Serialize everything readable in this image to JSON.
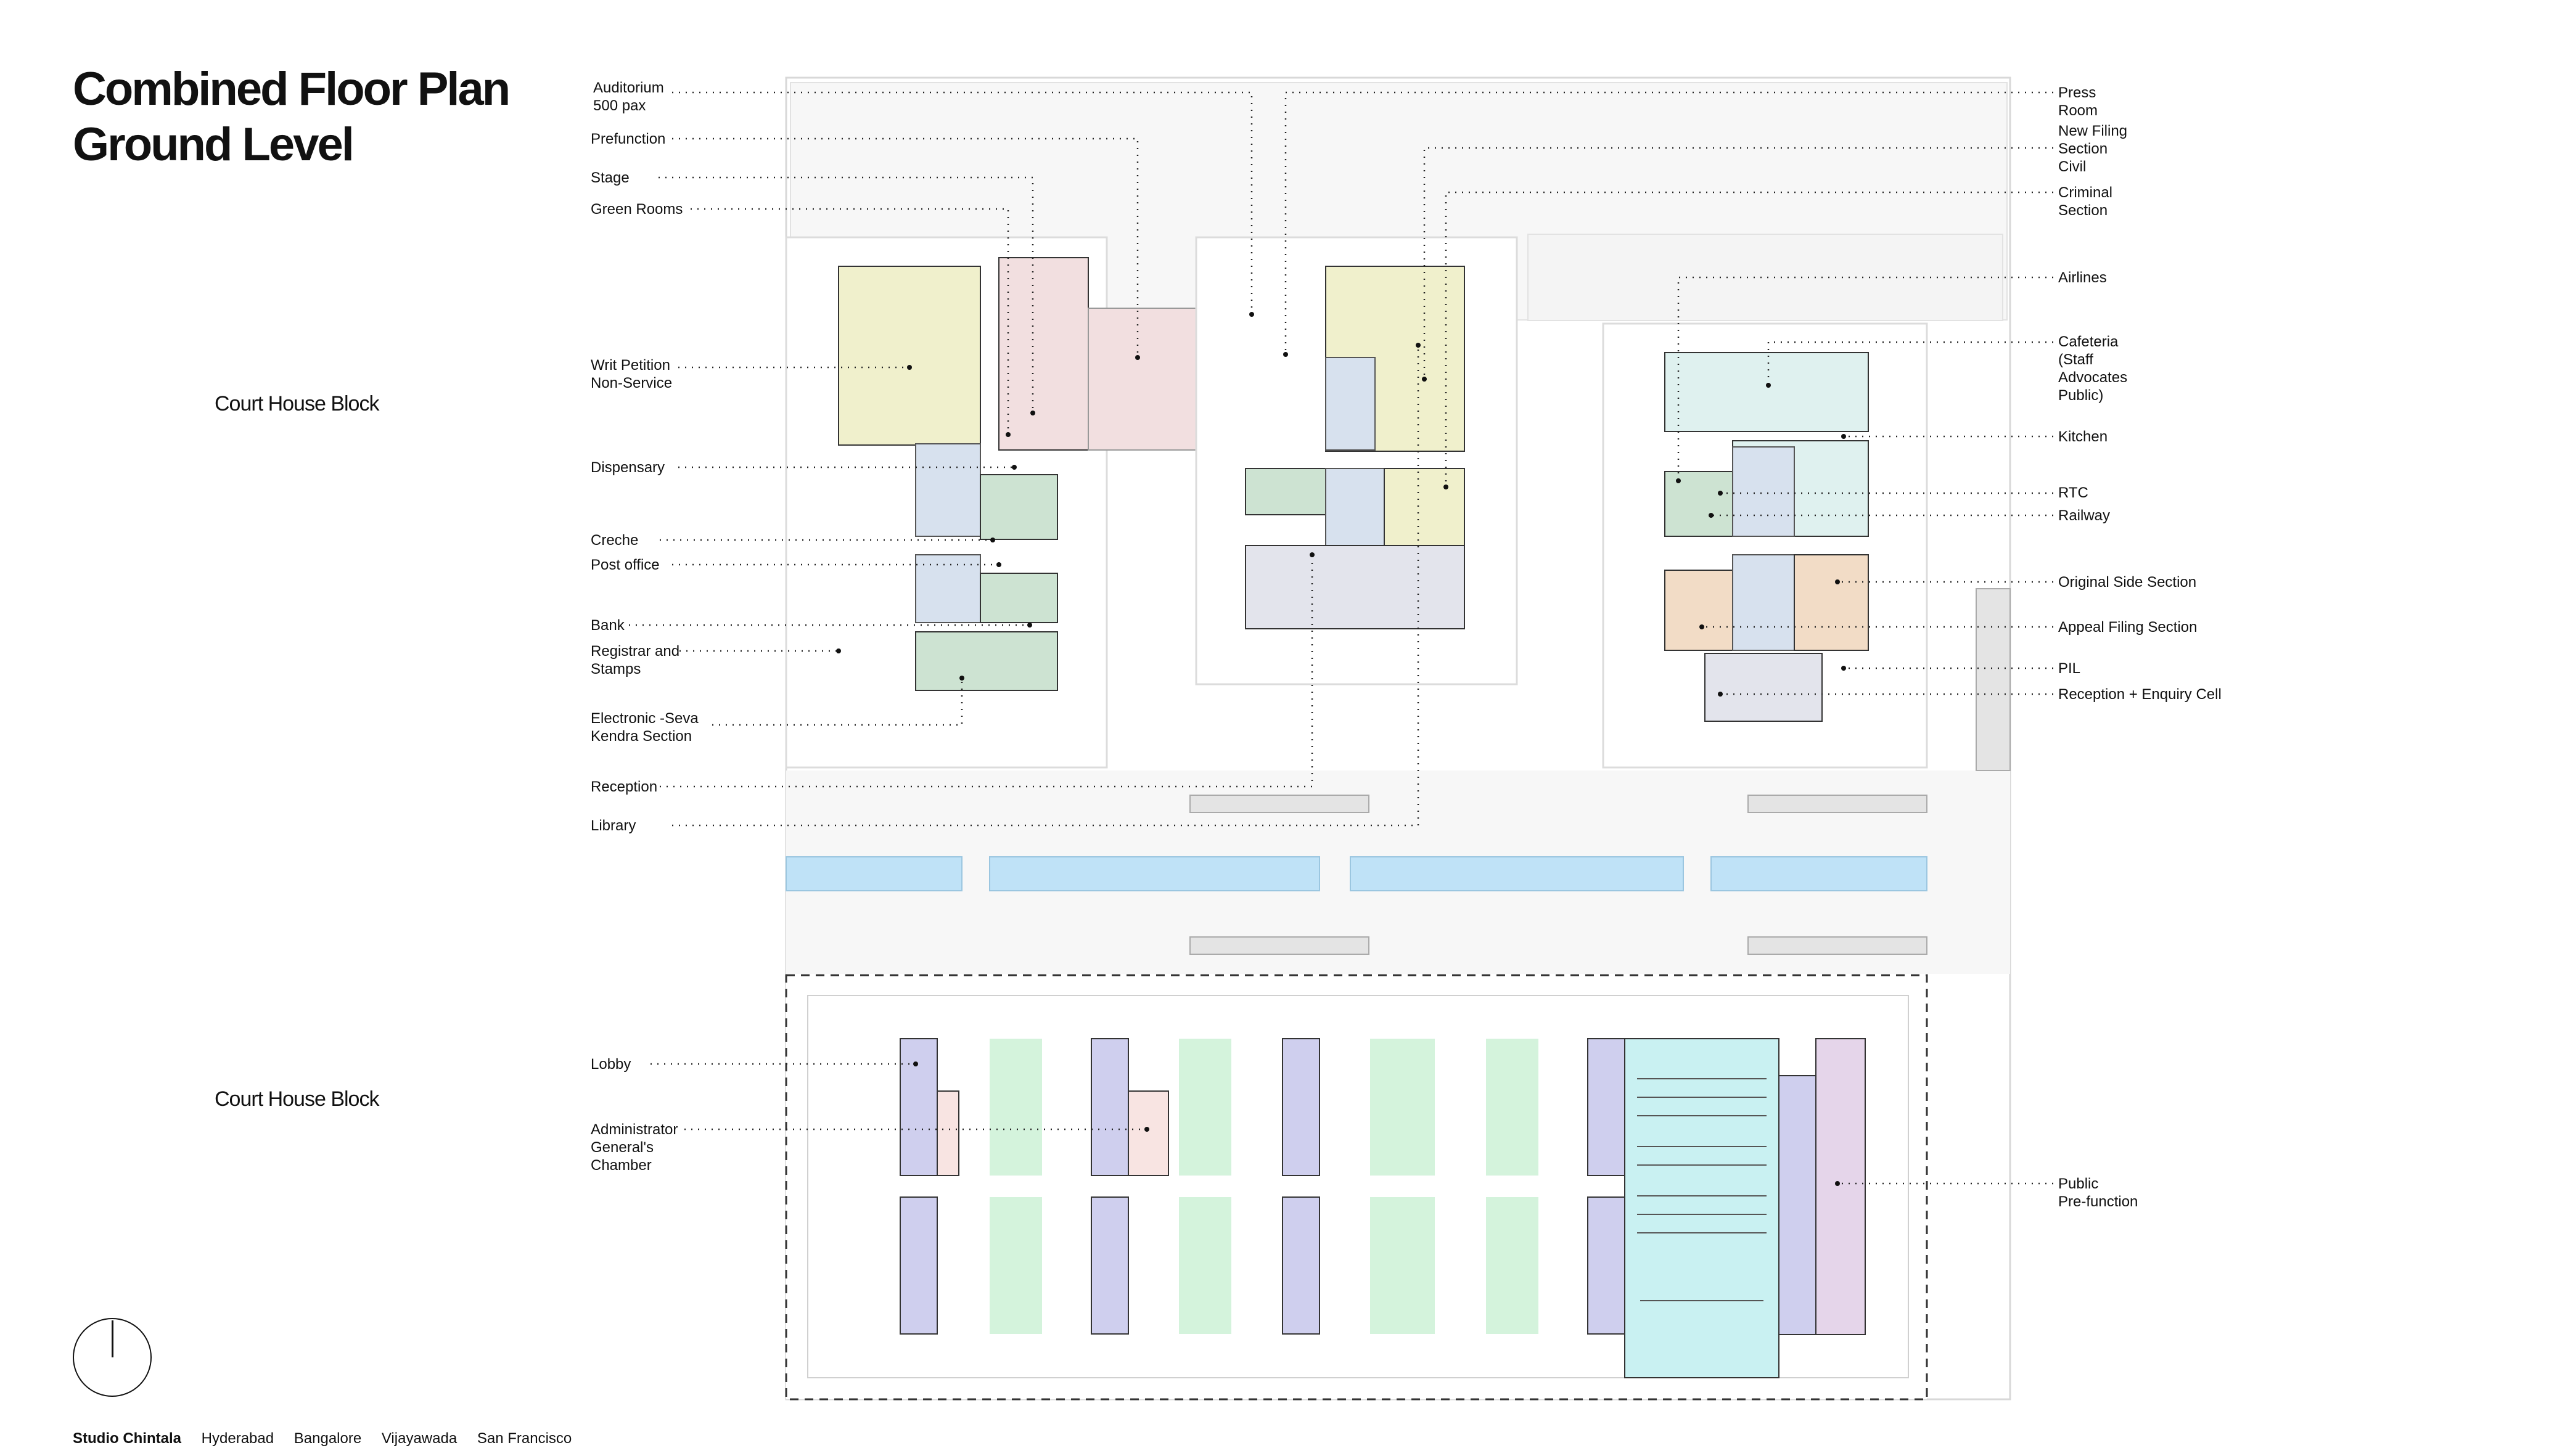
{
  "title": {
    "line1": "Combined Floor Plan",
    "line2": "Ground Level"
  },
  "blocks": {
    "upper": "Court House Block",
    "lower": "Court House Block"
  },
  "left_labels": [
    {
      "id": "auditorium",
      "text": "Auditorium\n500 pax"
    },
    {
      "id": "prefunction",
      "text": "Prefunction"
    },
    {
      "id": "stage",
      "text": "Stage"
    },
    {
      "id": "green-rooms",
      "text": "Green Rooms"
    },
    {
      "id": "writ-petition",
      "text": "Writ Petition\nNon-Service"
    },
    {
      "id": "dispensary",
      "text": "Dispensary"
    },
    {
      "id": "creche",
      "text": "Creche"
    },
    {
      "id": "post-office",
      "text": "Post office"
    },
    {
      "id": "bank",
      "text": "Bank"
    },
    {
      "id": "registrar",
      "text": "Registrar and\nStamps"
    },
    {
      "id": "e-seva",
      "text": "Electronic -Seva\nKendra Section"
    },
    {
      "id": "reception",
      "text": "Reception"
    },
    {
      "id": "library",
      "text": "Library"
    },
    {
      "id": "lobby",
      "text": "Lobby"
    },
    {
      "id": "admin-general",
      "text": "Administrator\nGeneral's\nChamber"
    }
  ],
  "right_labels": [
    {
      "id": "press-room",
      "text": "Press\nRoom"
    },
    {
      "id": "new-filing",
      "text": "New Filing\nSection\nCivil"
    },
    {
      "id": "criminal",
      "text": "Criminal\nSection"
    },
    {
      "id": "airlines",
      "text": "Airlines"
    },
    {
      "id": "cafeteria",
      "text": "Cafeteria\n(Staff\nAdvocates\nPublic)"
    },
    {
      "id": "kitchen",
      "text": "Kitchen"
    },
    {
      "id": "rtc",
      "text": "RTC"
    },
    {
      "id": "railway",
      "text": "Railway"
    },
    {
      "id": "original-side",
      "text": "Original Side Section"
    },
    {
      "id": "appeal-filing",
      "text": "Appeal Filing Section"
    },
    {
      "id": "pil",
      "text": "PIL"
    },
    {
      "id": "reception-enquiry",
      "text": "Reception + Enquiry Cell"
    },
    {
      "id": "public-prefunction",
      "text": "Public\nPre-function"
    }
  ],
  "footer": {
    "studio": "Studio Chintala",
    "cities": [
      "Hyderabad",
      "Bangalore",
      "Vijayawada",
      "San Francisco"
    ]
  },
  "colors": {
    "auditorium": "#f2dfe0",
    "writ": "#f0f0cc",
    "green": "#cde3d2",
    "service": "#d7e1ee",
    "reading": "#e3e4ec",
    "cafeteria": "#dff1ef",
    "orange": "#f2dcc6",
    "water": "#bfe2f7",
    "lobby": "#cfcfee",
    "court": "#d4f3dc",
    "hall": "#c9f1f2",
    "prefunction": "#e5d5ea",
    "pink": "#f8e4e2"
  }
}
